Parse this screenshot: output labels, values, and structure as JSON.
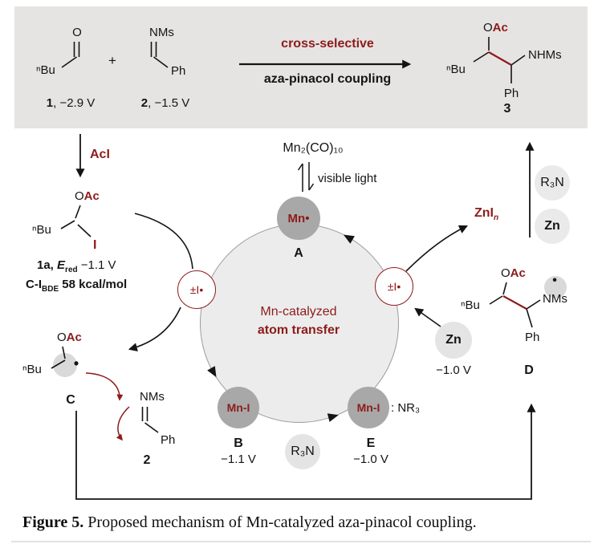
{
  "colors": {
    "accent": "#8e1b1b",
    "header_bg": "#e5e4e2",
    "node_gray": "#a8a8a8",
    "pale_gray": "#e4e4e4",
    "ring_fill": "#ececec"
  },
  "header": {
    "aldehyde": {
      "o": "O",
      "nbu": "ⁿBu",
      "num": "1",
      "potential": ", −2.9 V"
    },
    "plus": "+",
    "imine": {
      "n_group": "NMs",
      "ph": "Ph",
      "num": "2",
      "potential": ", −1.5 V"
    },
    "arrow_label_top": "cross-selective",
    "arrow_label_bottom": "aza-pinacol coupling",
    "product": {
      "o": "O",
      "ac": "Ac",
      "nbu": "ⁿBu",
      "nhms": "NHMs",
      "ph": "Ph",
      "num": "3"
    }
  },
  "mechanism": {
    "aci_label": "AcI",
    "compound_1a": {
      "o": "O",
      "ac": "Ac",
      "nbu": "ⁿBu",
      "iodine": "I",
      "num": "1a,",
      "e": "E",
      "e_sub": "red",
      "e_value": " −1.1 V",
      "bde": "C-I",
      "bde_sub": "BDE",
      "bde_value": " 58 kcal/mol"
    },
    "precatalyst": "Mn₂(CO)₁₀",
    "visible_light": "visible light",
    "cycle_line1": "Mn-catalyzed",
    "cycle_line2": "atom transfer",
    "node_a": {
      "species": "Mn•",
      "label": "A"
    },
    "iodine_shuttle_left": "±I•",
    "iodine_shuttle_right": "±I•",
    "node_b": {
      "species": "Mn-I",
      "label": "B",
      "potential": "−1.1 V"
    },
    "node_e": {
      "species": "Mn-I",
      "amine_suffix": ": NR₃",
      "label": "E",
      "potential": "−1.0 V"
    },
    "amine_bottom": "R₃N",
    "zn_reductant": {
      "species": "Zn",
      "potential": "−1.0 V"
    },
    "zn_byproduct": {
      "base": "ZnI",
      "sub": "n"
    },
    "amine_right": "R₃N",
    "zn_right": "Zn",
    "compound_c": {
      "o": "O",
      "ac": "Ac",
      "nbu": "ⁿBu",
      "radical": "•",
      "label": "C"
    },
    "imine_2": {
      "n_group": "NMs",
      "ph": "Ph",
      "num": "2"
    },
    "compound_d": {
      "o": "O",
      "ac": "Ac",
      "nbu": "ⁿBu",
      "radical": "•",
      "n_group": "NMs",
      "ph": "Ph",
      "label": "D"
    }
  },
  "caption": {
    "label": "Figure 5.",
    "text": " Proposed mechanism of Mn-catalyzed aza-pinacol coupling."
  }
}
